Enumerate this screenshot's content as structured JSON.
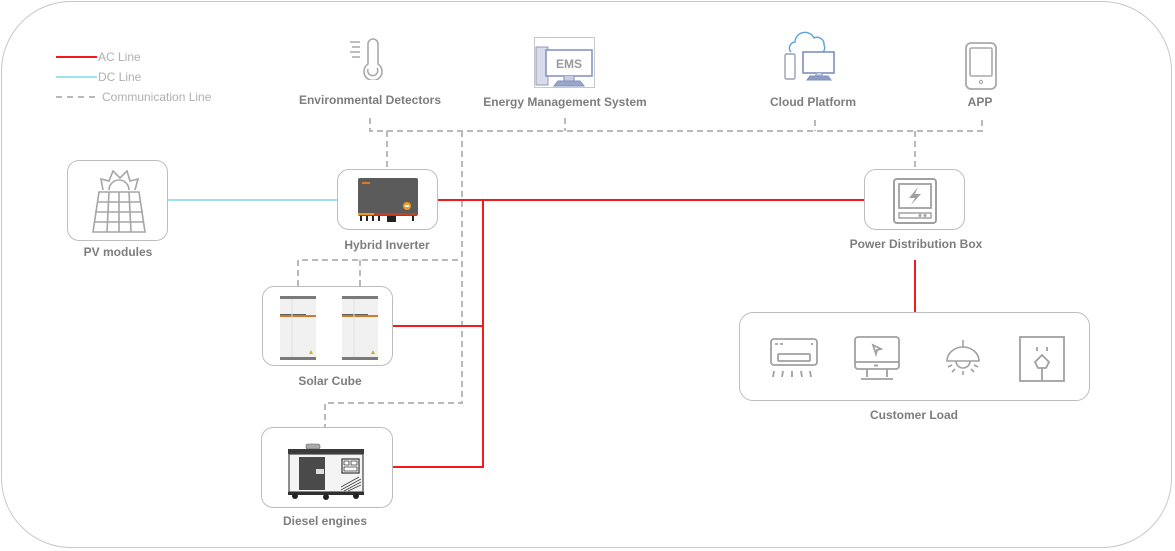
{
  "legend": {
    "ac_label": "AC Line",
    "dc_label": "DC Line",
    "comm_label": "Communication Line",
    "colors": {
      "ac": "#ee1c1c",
      "dc": "#9ee2ef",
      "comm": "#b9b9b9"
    }
  },
  "devices": {
    "environmental_detectors": {
      "label": "Environmental Detectors",
      "icon": "thermometer-icon"
    },
    "ems": {
      "label": "Energy Management System",
      "icon": "ems-computer-icon",
      "screen_text": "EMS"
    },
    "cloud_platform": {
      "label": "Cloud Platform",
      "icon": "cloud-devices-icon"
    },
    "app": {
      "label": "APP",
      "icon": "tablet-icon"
    },
    "pv_modules": {
      "label": "PV modules",
      "icon": "solar-panel-icon"
    },
    "hybrid_inverter": {
      "label": "Hybrid Inverter",
      "icon": "inverter-icon"
    },
    "power_distribution_box": {
      "label": "Power Distribution Box",
      "icon": "distribution-box-icon"
    },
    "solar_cube": {
      "label": "Solar Cube",
      "icon": "battery-cabinet-icon"
    },
    "diesel_engines": {
      "label": "Diesel engines",
      "icon": "generator-icon"
    },
    "customer_load": {
      "label": "Customer Load",
      "items": [
        "air-conditioner-icon",
        "monitor-icon",
        "ceiling-lamp-icon",
        "power-socket-icon"
      ]
    }
  }
}
